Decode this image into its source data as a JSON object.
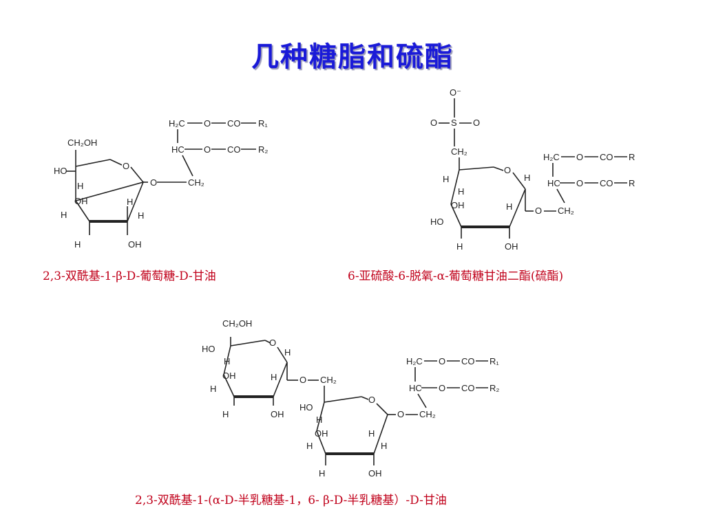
{
  "title": "几种糖脂和硫酯",
  "captions": {
    "structure_1": "2,3-双酰基-1-β-D-葡萄糖-D-甘油",
    "structure_2": "6-亚硫酸-6-脱氧-α-葡萄糖甘油二酯(硫酯)",
    "structure_3": "2,3-双酰基-1-(α-D-半乳糖基-1，6- β-D-半乳糖基）-D-甘油"
  },
  "atoms": {
    "ch2oh": "CH₂OH",
    "ho": "HO",
    "oh": "OH",
    "h": "H",
    "o": "O",
    "o_minus": "O⁻",
    "s": "S",
    "ch2": "CH₂",
    "h2c": "H₂C",
    "hc": "HC",
    "co": "CO",
    "r": "R",
    "r1": "R₁",
    "r2": "R₂"
  }
}
